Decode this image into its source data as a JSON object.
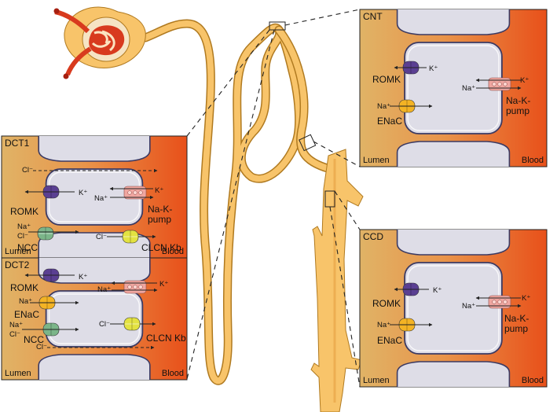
{
  "colors": {
    "tubule": "#f8c46a",
    "tubule_stroke": "#b07a20",
    "lumen_bg": "#e0b366",
    "blood_bg": "#e8501a",
    "cell_fill": "#dedde7",
    "cell_stroke": "#3b3a63",
    "romk": "#5a3f92",
    "pump": "#f0a6a0",
    "ncc": "#7bb589",
    "enac": "#f3b324",
    "clcn": "#e3e241",
    "glomerulus": "#d83a1e"
  },
  "panels": {
    "dct1": {
      "title": "DCT1",
      "lumen": "Lumen",
      "blood": "Blood",
      "ions": {
        "cl_top": "Cl⁻",
        "k_romk": "K⁺",
        "na_pump": "Na⁺",
        "k_pump": "K⁺",
        "na_ncc": "Na⁺",
        "cl_ncc": "Cl⁻",
        "cl_clcn": "Cl⁻"
      },
      "labels": {
        "romk": "ROMK",
        "pump": "Na-K-\npump",
        "ncc": "NCC",
        "clcn": "CLCN Kb"
      }
    },
    "dct2": {
      "title": "DCT2",
      "lumen": "Lumen",
      "blood": "Blood",
      "ions": {
        "k_romk": "K⁺",
        "na_pump": "Na⁺",
        "k_pump": "K⁺",
        "na_enac": "Na⁺",
        "na_ncc": "Na⁺",
        "cl_ncc": "Cl⁻",
        "cl_clcn": "Cl⁻",
        "cl_bottom": "Cl⁻"
      },
      "labels": {
        "romk": "ROMK",
        "enac": "ENaC",
        "ncc": "NCC",
        "clcn": "CLCN Kb"
      }
    },
    "cnt": {
      "title": "CNT",
      "lumen": "Lumen",
      "blood": "Blood",
      "ions": {
        "k_romk": "K⁺",
        "na_pump": "Na⁺",
        "k_pump": "K⁺",
        "na_enac": "Na⁺"
      },
      "labels": {
        "romk": "ROMK",
        "pump": "Na-K-\npump",
        "enac": "ENaC"
      }
    },
    "ccd": {
      "title": "CCD",
      "lumen": "Lumen",
      "blood": "Blood",
      "ions": {
        "k_romk": "K⁺",
        "na_pump": "Na⁺",
        "k_pump": "K⁺",
        "na_enac": "Na⁺"
      },
      "labels": {
        "romk": "ROMK",
        "pump": "Na-K-\npump",
        "enac": "ENaC"
      }
    }
  }
}
